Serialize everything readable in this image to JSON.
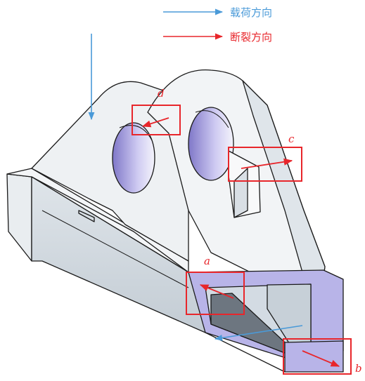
{
  "legend": {
    "load_direction": {
      "label": "载荷方向",
      "color": "#4a9ad8"
    },
    "fracture_direction": {
      "label": "断裂方向",
      "color": "#e8262b"
    }
  },
  "callouts": [
    {
      "id": "a",
      "label": "a"
    },
    {
      "id": "b",
      "label": "b"
    },
    {
      "id": "c",
      "label": "c"
    },
    {
      "id": "d",
      "label": "d"
    }
  ],
  "colors": {
    "box": "#e8262b",
    "arrow": "#e8262b",
    "load_arrow": "#4a9ad8",
    "part_face": "#eef1f3",
    "part_shade": "#c7cfd7",
    "cut_face": "#b8b4e8",
    "outline": "#1a1a1a"
  }
}
